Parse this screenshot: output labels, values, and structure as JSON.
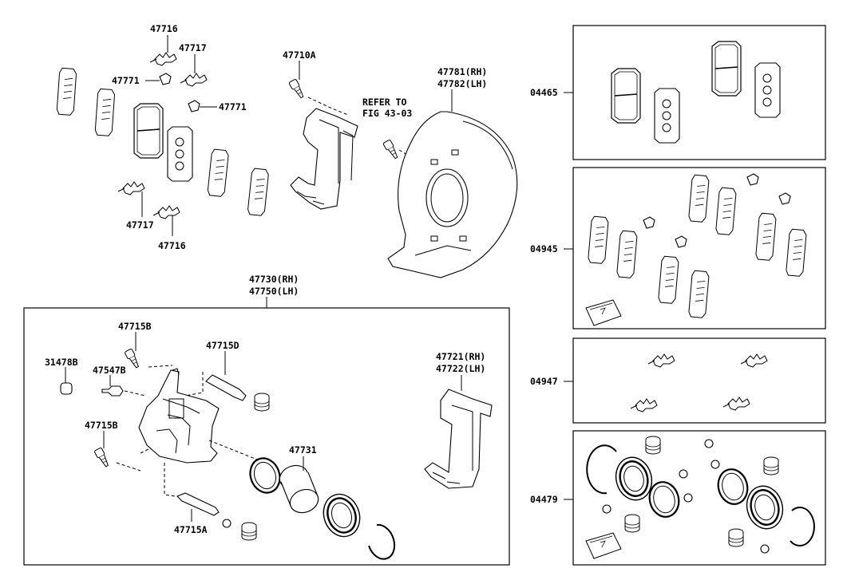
{
  "labels": {
    "p47716_top": "47716",
    "p47717_top": "47717",
    "p47771_left": "47771",
    "p47771_right": "47771",
    "p47717_bottom": "47717",
    "p47716_bottom": "47716",
    "p47710A": "47710A",
    "refer_line1": "REFER TO",
    "refer_line2": "FIG 43-03",
    "p47781": "47781(RH)",
    "p47782": "47782(LH)",
    "p47730": "47730(RH)",
    "p47750": "47750(LH)",
    "p47715B_top": "47715B",
    "p47715D": "47715D",
    "p31478B": "31478B",
    "p47547B": "47547B",
    "p47715B_bottom": "47715B",
    "p47731": "47731",
    "p47715A": "47715A",
    "p47721": "47721(RH)",
    "p47722": "47722(LH)",
    "kit04465": "04465",
    "kit04945": "04945",
    "kit04947": "04947",
    "kit04479": "04479"
  }
}
